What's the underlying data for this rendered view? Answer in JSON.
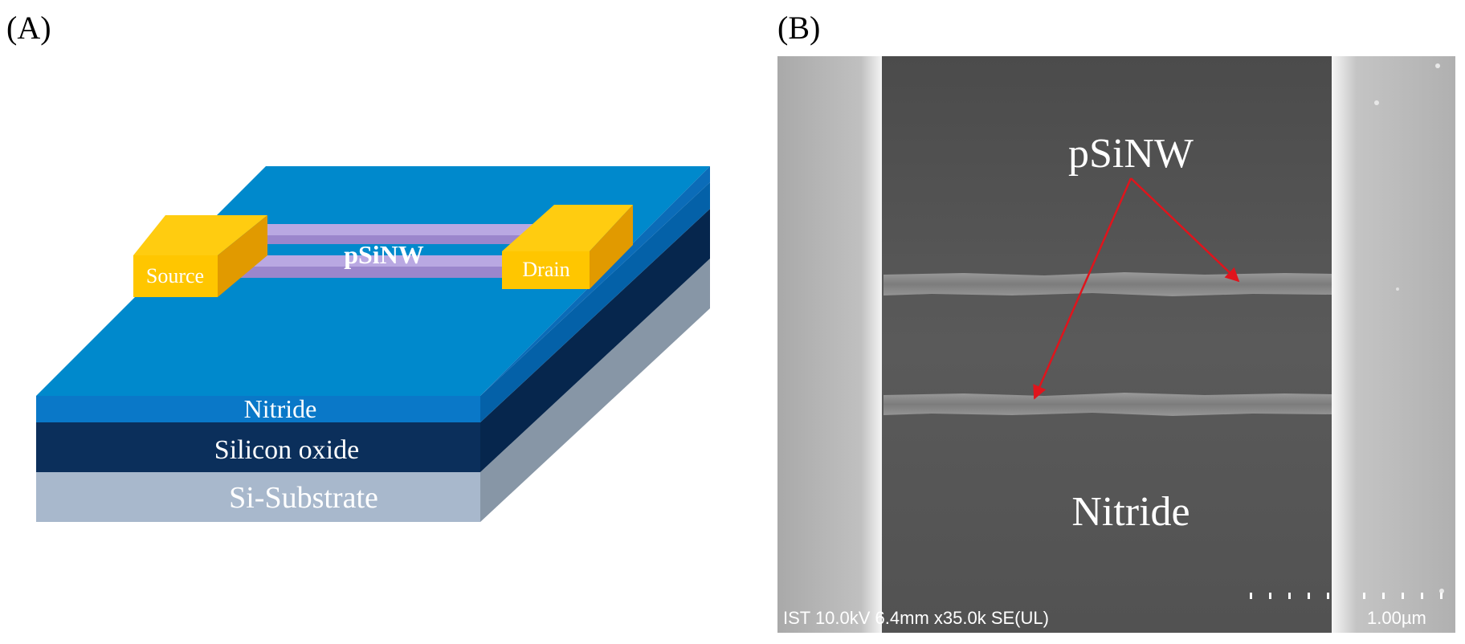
{
  "panel_a": {
    "label": "(A)",
    "layers": {
      "nitride": "Nitride",
      "oxide": "Silicon oxide",
      "substrate": "Si-Substrate"
    },
    "contacts": {
      "source": "Source",
      "drain": "Drain"
    },
    "nanowire": "pSiNW",
    "colors": {
      "nitride_top": "#0089cc",
      "nitride_front": "#0a78c8",
      "nitride_side": "#0461a8",
      "oxide_front": "#0b2f5b",
      "oxide_side": "#06264d",
      "substrate_front": "#a8b8cc",
      "substrate_side": "#8796a6",
      "gold_front": "#ffc600",
      "gold_top": "#ffcc10",
      "gold_side": "#e19a00",
      "wire": "#9b86cc"
    }
  },
  "panel_b": {
    "label": "(B)",
    "nanowire_label": "pSiNW",
    "region_label": "Nitride",
    "info_bar": "IST 10.0kV 6.4mm x35.0k SE(UL)",
    "scale_bar": "1.00µm",
    "colors": {
      "arrow": "#e0141c",
      "electrode": "#b4b4b4",
      "channel": "#575757",
      "wire": "#8a8a8a"
    }
  }
}
